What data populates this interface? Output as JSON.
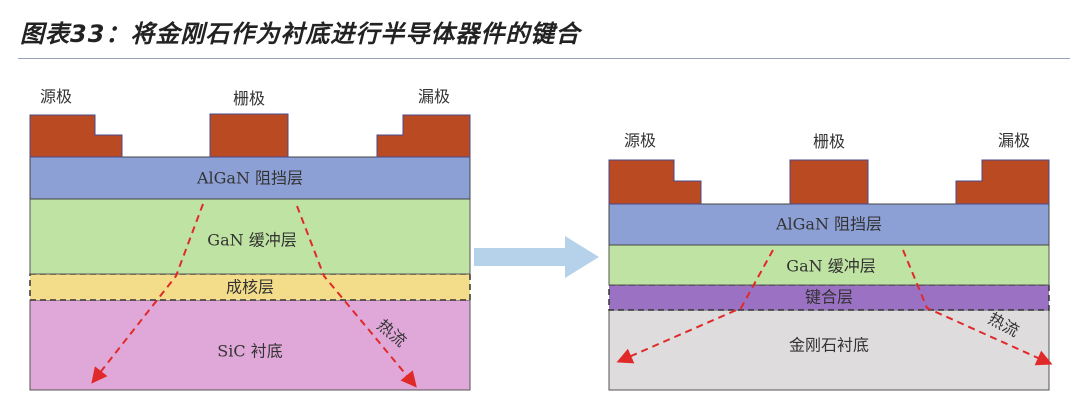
{
  "title": "图表33：将金刚石作为衬底进行半导体器件的键合",
  "colors": {
    "electrode": "#b94a22",
    "electrode_stroke": "#4a4a8a",
    "algan": "#8da0d6",
    "gan": "#bfe3a2",
    "nucleation": "#f3dd8a",
    "bonding": "#9b71c3",
    "sic": "#e0a8d8",
    "diamond": "#dedcdc",
    "heat": "#e02a2a",
    "arrow": "#b6d1ea"
  },
  "left": {
    "source_label": "源极",
    "gate_label": "栅极",
    "drain_label": "漏极",
    "layers": {
      "barrier": "AlGaN 阻挡层",
      "buffer": "GaN 缓冲层",
      "nucleation": "成核层",
      "substrate": "SiC 衬底"
    },
    "heat_label": "热流"
  },
  "right": {
    "source_label": "源极",
    "gate_label": "栅极",
    "drain_label": "漏极",
    "layers": {
      "barrier": "AlGaN 阻挡层",
      "buffer": "GaN 缓冲层",
      "bonding": "键合层",
      "substrate": "金刚石衬底"
    },
    "heat_label": "热流"
  }
}
